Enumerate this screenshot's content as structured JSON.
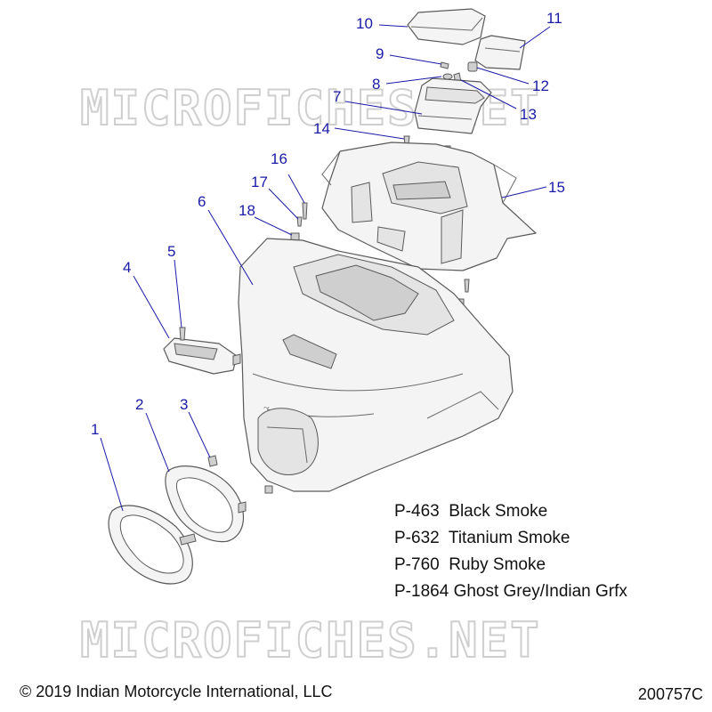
{
  "watermark": "MICROFICHES.NET",
  "callouts": [
    "1",
    "2",
    "3",
    "4",
    "5",
    "6",
    "7",
    "8",
    "9",
    "10",
    "11",
    "12",
    "13",
    "14",
    "15",
    "16",
    "17",
    "18"
  ],
  "paint_codes": [
    {
      "code": "P-463",
      "name": "Black Smoke"
    },
    {
      "code": "P-632",
      "name": "Titanium Smoke"
    },
    {
      "code": "P-760",
      "name": "Ruby Smoke"
    },
    {
      "code": "P-1864",
      "name": "Ghost Grey/Indian Grfx"
    }
  ],
  "copyright": "© 2019 Indian Motorcycle International, LLC",
  "drawing_id": "200757C",
  "colors": {
    "callout": "#1a1aa6",
    "watermark": "#cfcfcf"
  }
}
